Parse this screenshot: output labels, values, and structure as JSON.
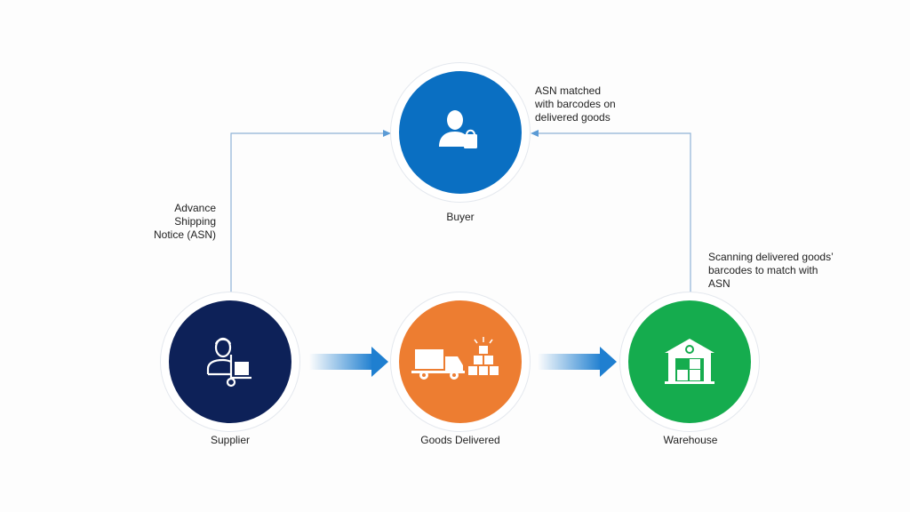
{
  "nodes": {
    "buyer": {
      "label": "Buyer",
      "color": "#0a6fc2",
      "icon": "buyer-with-shopping-bag-icon"
    },
    "supplier": {
      "label": "Supplier",
      "color": "#0d2158",
      "icon": "supplier-with-hand-truck-icon"
    },
    "goods": {
      "label": "Goods Delivered",
      "color": "#ed7d31",
      "icon": "delivery-truck-boxes-icon"
    },
    "warehouse": {
      "label": "Warehouse",
      "color": "#15ac4e",
      "icon": "warehouse-icon"
    }
  },
  "notes": {
    "asn_line1": "Advance",
    "asn_line2": "Shipping",
    "asn_line3": "Notice (ASN)",
    "matched_line1": "ASN matched",
    "matched_line2": "with barcodes on",
    "matched_line3": "delivered goods",
    "scan_line1": "Scanning delivered goods’",
    "scan_line2": "barcodes to match with",
    "scan_line3": "ASN"
  },
  "colors": {
    "connector": "#7fa8d0",
    "flow_arrow": "#1f7fd0"
  }
}
